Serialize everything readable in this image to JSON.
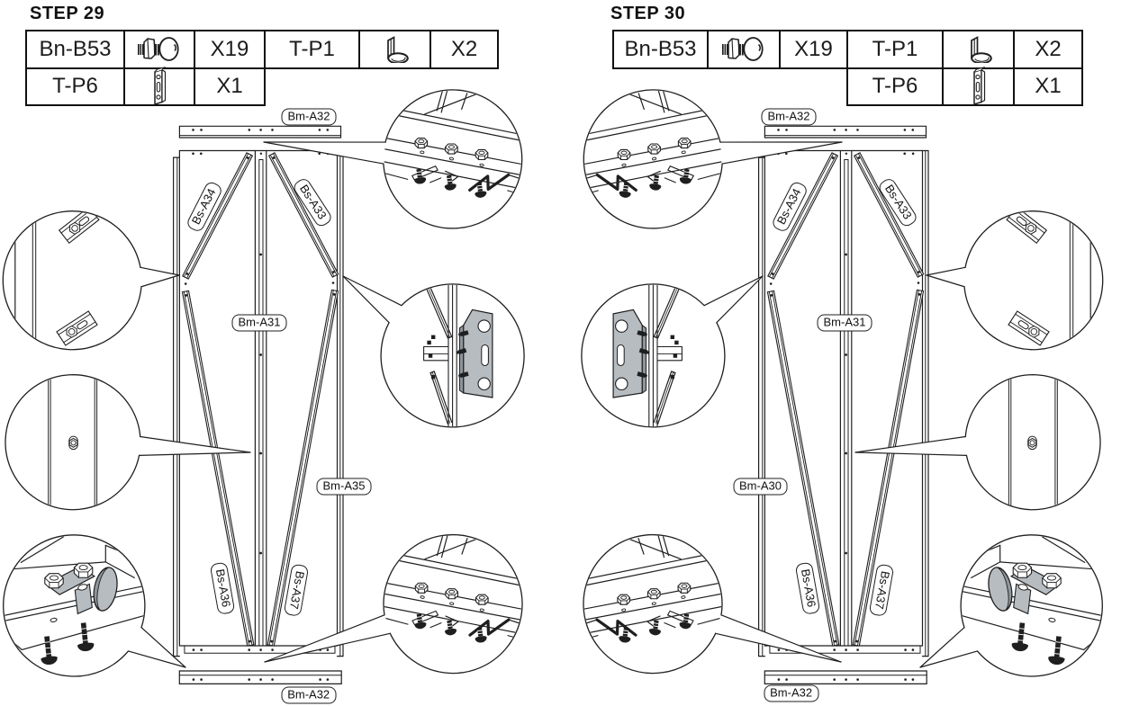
{
  "page": {
    "background": "#ffffff",
    "ink_color": "#1f1f1f",
    "metal_color": "#b7bcc1"
  },
  "steps": [
    {
      "title": "STEP 29",
      "parts": [
        {
          "code": "Bn-B53",
          "icon": "bolt-icon",
          "qty": "X19"
        },
        {
          "code": "T-P1",
          "icon": "corner-bracket-icon",
          "qty": "X2"
        },
        {
          "code": "T-P6",
          "icon": "flat-plate-icon",
          "qty": "X1"
        }
      ],
      "drawing_labels": {
        "top_rail": "Bm-A32",
        "brace_upper_left": "Bs-A34",
        "brace_upper_right": "Bs-A33",
        "center_post": "Bm-A31",
        "panel": "Bm-A35",
        "brace_lower_left": "Bs-A36",
        "brace_lower_right": "Bs-A37",
        "bottom_rail": "Bm-A32"
      }
    },
    {
      "title": "STEP 30",
      "parts": [
        {
          "code": "Bn-B53",
          "icon": "bolt-icon",
          "qty": "X19"
        },
        {
          "code": "T-P1",
          "icon": "corner-bracket-icon",
          "qty": "X2"
        },
        {
          "code": "T-P6",
          "icon": "flat-plate-icon",
          "qty": "X1"
        }
      ],
      "drawing_labels": {
        "top_rail": "Bm-A32",
        "brace_upper_left": "Bs-A34",
        "brace_upper_right": "Bs-A33",
        "center_post": "Bm-A31",
        "panel": "Bm-A30",
        "brace_lower_left": "Bs-A36",
        "brace_lower_right": "Bs-A37",
        "bottom_rail": "Bm-A32"
      }
    }
  ]
}
